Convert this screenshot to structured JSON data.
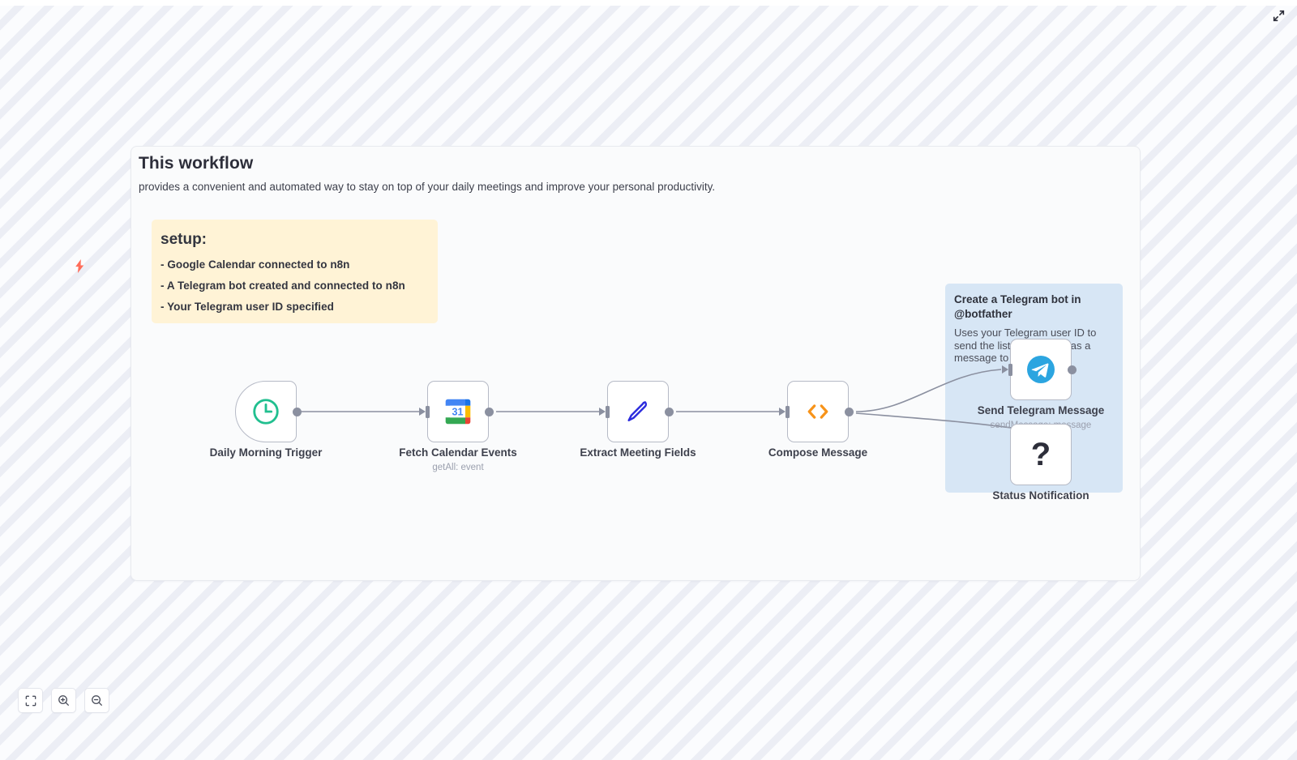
{
  "header": {
    "expand_icon": "expand-diagonal-icon"
  },
  "workflow": {
    "title": "This workflow",
    "description": "provides a convenient and automated way to stay on top of your daily meetings and improve your personal productivity."
  },
  "sticky_notes": [
    {
      "id": "setup",
      "color": "#fff3d6",
      "heading": "setup:",
      "items": [
        "- Google Calendar connected to n8n",
        "- A Telegram bot created and connected to n8n",
        "- Your Telegram user ID specified"
      ]
    },
    {
      "id": "telegram",
      "color": "#d7e6f5",
      "heading": "Create a Telegram bot in @botfather",
      "body": "Uses your Telegram user ID to send the list of meetings as a message to Telegram."
    }
  ],
  "nodes": [
    {
      "id": "daily-morning-trigger",
      "label": "Daily Morning Trigger",
      "sublabel": "",
      "icon": "clock-icon",
      "type": "trigger",
      "accent": "#21bf8f"
    },
    {
      "id": "fetch-calendar-events",
      "label": "Fetch Calendar Events",
      "sublabel": "getAll: event",
      "icon": "google-calendar-icon",
      "type": "action",
      "accent": "#4285f4"
    },
    {
      "id": "extract-meeting-fields",
      "label": "Extract Meeting Fields",
      "sublabel": "",
      "icon": "pencil-edit-icon",
      "type": "action",
      "accent": "#2b2bdd"
    },
    {
      "id": "compose-message",
      "label": "Compose Message",
      "sublabel": "",
      "icon": "code-brackets-icon",
      "type": "action",
      "accent": "#f79319"
    },
    {
      "id": "send-telegram-message",
      "label": "Send Telegram Message",
      "sublabel": "sendMessage: message",
      "icon": "telegram-icon",
      "type": "action",
      "accent": "#2ca5e0"
    },
    {
      "id": "status-notification",
      "label": "Status Notification",
      "sublabel": "",
      "icon": "question-mark-icon",
      "type": "unknown",
      "accent": "#2d2e3a"
    }
  ],
  "canvas_controls": [
    {
      "id": "fit-to-view",
      "icon": "fit-to-view-icon",
      "title": "Fit to view"
    },
    {
      "id": "zoom-in",
      "icon": "zoom-in-icon",
      "title": "Zoom in"
    },
    {
      "id": "zoom-out",
      "icon": "zoom-out-icon",
      "title": "Zoom out"
    }
  ],
  "colors": {
    "canvas_bg": "#fbfcfe",
    "stripe": "#eceef5",
    "card_bg": "#fafbfc",
    "connector": "#8b90a0"
  }
}
